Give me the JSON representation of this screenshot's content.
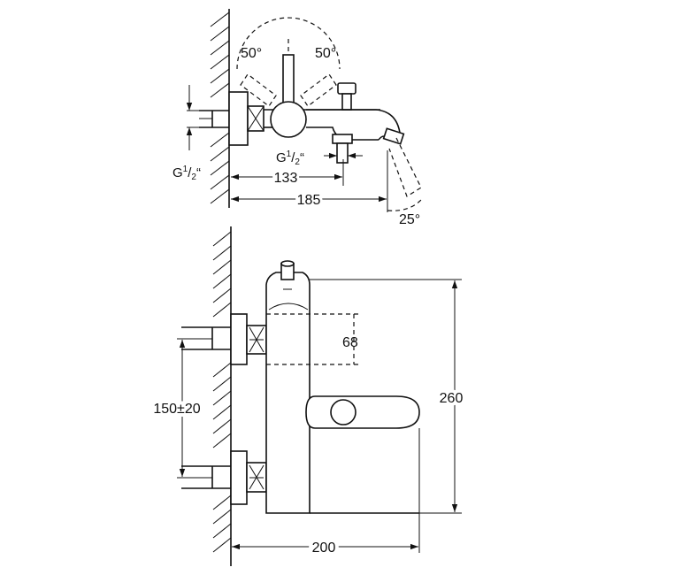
{
  "top_view": {
    "angle_left": "50°",
    "angle_right": "50°",
    "thread_left": {
      "base": "G",
      "sup": "1",
      "frac": "/",
      "sub": "2",
      "tail": "“"
    },
    "thread_right": {
      "base": "G",
      "sup": "1",
      "frac": "/",
      "sub": "2",
      "tail": "“"
    },
    "dim_133": "133",
    "dim_185": "185",
    "spout_angle": "25°"
  },
  "front_view": {
    "dim_68": "68",
    "dim_150": "150±20",
    "dim_260": "260",
    "dim_200": "200"
  }
}
